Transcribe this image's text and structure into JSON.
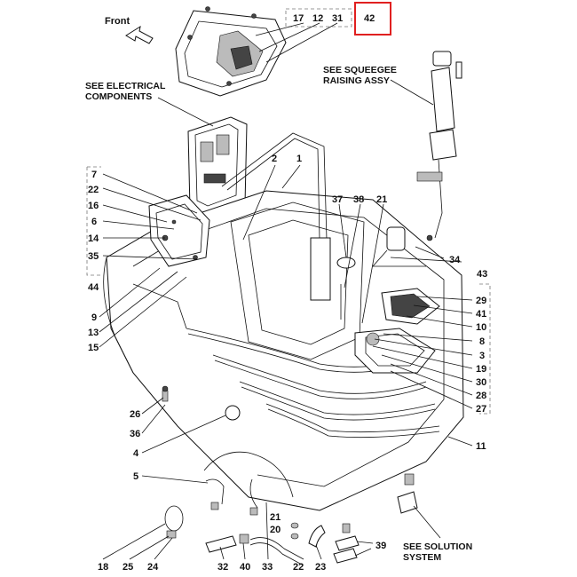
{
  "front_label": "Front",
  "highlight_label": "42",
  "highlight_color": "#e02020",
  "notes": {
    "electrical_line1": "SEE ELECTRICAL",
    "electrical_line2": "COMPONENTS",
    "squeegee_line1": "SEE SQUEEGEE",
    "squeegee_line2": "RAISING ASSY",
    "solution_line1": "SEE SOLUTION",
    "solution_line2": "SYSTEM"
  },
  "callouts": [
    {
      "id": "17",
      "text": "17"
    },
    {
      "id": "12",
      "text": "12"
    },
    {
      "id": "31",
      "text": "31"
    },
    {
      "id": "7",
      "text": "7"
    },
    {
      "id": "22",
      "text": "22"
    },
    {
      "id": "16",
      "text": "16"
    },
    {
      "id": "6",
      "text": "6"
    },
    {
      "id": "14",
      "text": "14"
    },
    {
      "id": "35",
      "text": "35"
    },
    {
      "id": "44",
      "text": "44"
    },
    {
      "id": "2",
      "text": "2"
    },
    {
      "id": "1",
      "text": "1"
    },
    {
      "id": "37",
      "text": "37"
    },
    {
      "id": "38",
      "text": "38"
    },
    {
      "id": "21a",
      "text": "21"
    },
    {
      "id": "34",
      "text": "34"
    },
    {
      "id": "43",
      "text": "43"
    },
    {
      "id": "29",
      "text": "29"
    },
    {
      "id": "41",
      "text": "41"
    },
    {
      "id": "10",
      "text": "10"
    },
    {
      "id": "8",
      "text": "8"
    },
    {
      "id": "3",
      "text": "3"
    },
    {
      "id": "19",
      "text": "19"
    },
    {
      "id": "30",
      "text": "30"
    },
    {
      "id": "28",
      "text": "28"
    },
    {
      "id": "27",
      "text": "27"
    },
    {
      "id": "11",
      "text": "11"
    },
    {
      "id": "9",
      "text": "9"
    },
    {
      "id": "13",
      "text": "13"
    },
    {
      "id": "15",
      "text": "15"
    },
    {
      "id": "26",
      "text": "26"
    },
    {
      "id": "36",
      "text": "36"
    },
    {
      "id": "4",
      "text": "4"
    },
    {
      "id": "5",
      "text": "5"
    },
    {
      "id": "21b",
      "text": "21"
    },
    {
      "id": "20",
      "text": "20"
    },
    {
      "id": "39",
      "text": "39"
    },
    {
      "id": "18",
      "text": "18"
    },
    {
      "id": "25",
      "text": "25"
    },
    {
      "id": "24",
      "text": "24"
    },
    {
      "id": "32",
      "text": "32"
    },
    {
      "id": "40",
      "text": "40"
    },
    {
      "id": "33",
      "text": "33"
    },
    {
      "id": "23",
      "text": "23"
    },
    {
      "id": "22b",
      "text": "22"
    }
  ]
}
